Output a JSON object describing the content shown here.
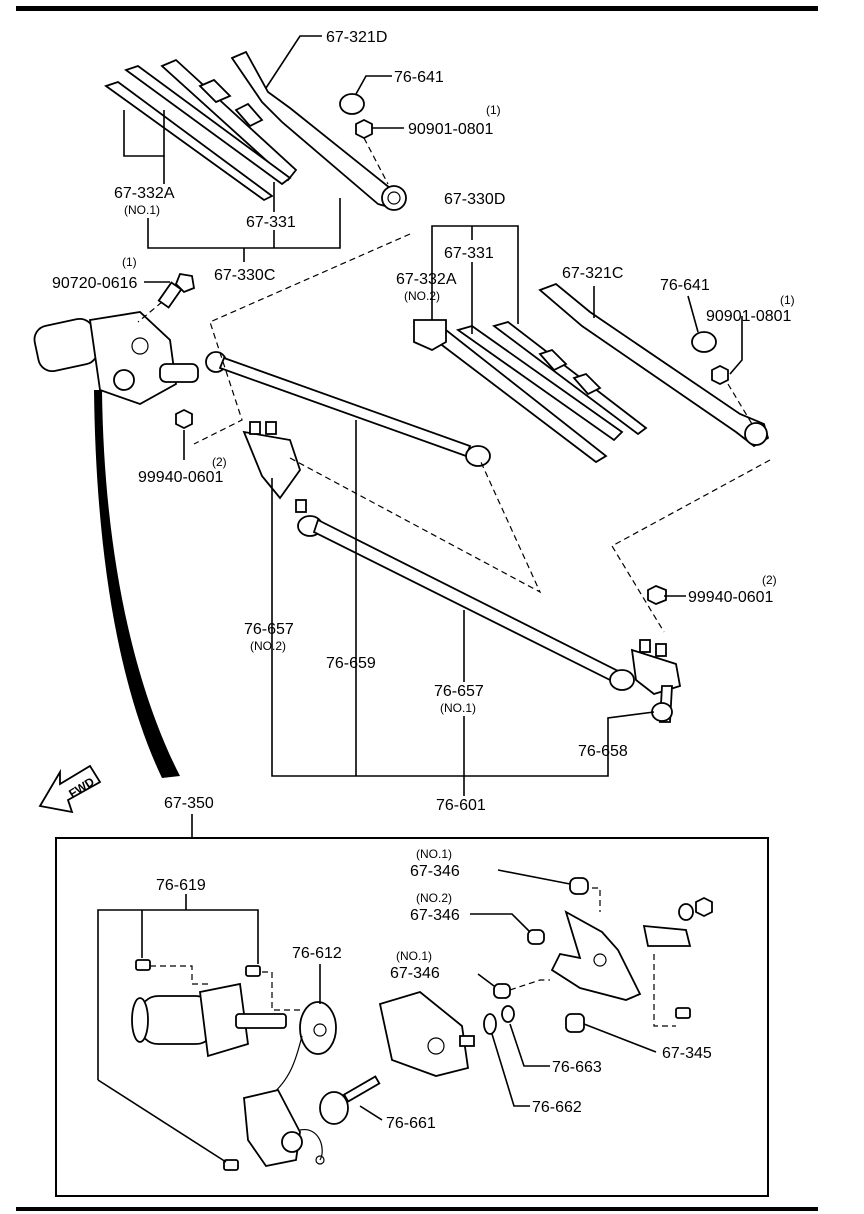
{
  "fwd": "FWD",
  "labels": {
    "a_67_321D": "67-321D",
    "a_76_641_top": "76-641",
    "a_90901_top_qty": "(1)",
    "a_90901_top": "90901-0801",
    "a_67_332A_no1": "67-332A",
    "a_no1_blade": "(NO.1)",
    "a_67_331_left": "67-331",
    "a_67_330C": "67-330C",
    "a_90720_qty": "(1)",
    "a_90720": "90720-0616",
    "a_67_330D": "67-330D",
    "a_67_331_right": "67-331",
    "a_67_332A_no2": "67-332A",
    "a_no2_blade": "(NO.2)",
    "a_67_321C": "67-321C",
    "a_76_641_right": "76-641",
    "a_90901_right_qty": "(1)",
    "a_90901_right": "90901-0801",
    "a_99940_left_qty": "(2)",
    "a_99940_left": "99940-0601",
    "a_99940_right_qty": "(2)",
    "a_99940_right": "99940-0601",
    "a_76_657_no2": "76-657",
    "a_no2_link": "(NO.2)",
    "a_76_659": "76-659",
    "a_76_657_no1": "76-657",
    "a_no1_link": "(NO.1)",
    "a_76_658": "76-658",
    "a_76_601": "76-601",
    "a_67_350": "67-350",
    "b_76_619": "76-619",
    "b_76_612": "76-612",
    "b_no1_a": "(NO.1)",
    "b_67_346_a": "67-346",
    "b_no2": "(NO.2)",
    "b_67_346_b": "67-346",
    "b_no1_c": "(NO.1)",
    "b_67_346_c": "67-346",
    "b_76_663": "76-663",
    "b_67_345": "67-345",
    "b_76_662": "76-662",
    "b_76_661": "76-661"
  }
}
